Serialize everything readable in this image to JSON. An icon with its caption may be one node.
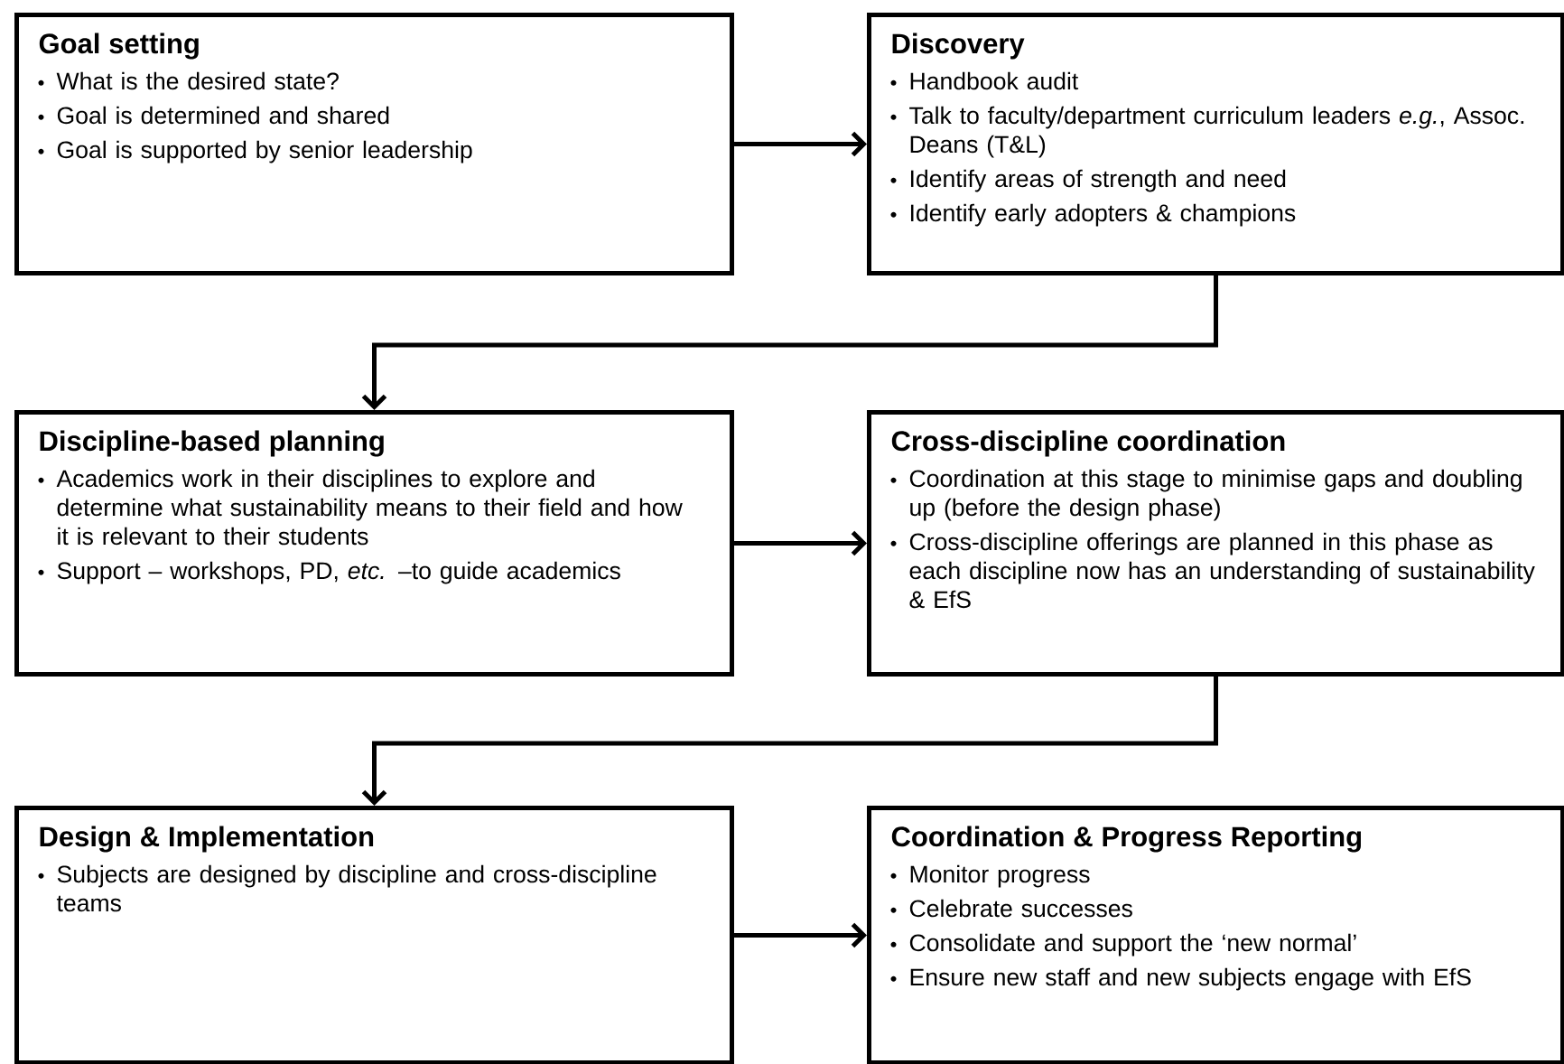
{
  "diagram": {
    "nodes": [
      {
        "text": [
          "Goal setting",
          "What is the desired state?",
          "Goal is determined and shared",
          "Goal is supported by senior leadership"
        ]
      },
      {
        "text": [
          "Discovery",
          "Handbook audit",
          "Talk to faculty/department curriculum leaders *e.g.*, Assoc. Deans (T&L)",
          "Identify areas of strength and need",
          "Identify early adopters & champions"
        ]
      },
      {
        "text": [
          "Discipline-based planning",
          "Academics work in their disciplines to explore and determine what sustainability means to their field and how it is relevant to their students",
          "Support – workshops, PD, *etc.* –to guide academics"
        ]
      },
      {
        "text": [
          "Cross-discipline coordination",
          "Coordination at this stage to minimise gaps and doubling up (before the design phase)",
          "Cross-discipline offerings are planned in this phase as each discipline now has an understanding of sustainability & EfS"
        ]
      },
      {
        "text": [
          "Design & Implementation",
          "Subjects are designed by discipline and cross-discipline teams"
        ]
      },
      {
        "text": [
          "Coordination & Progress Reporting",
          "Monitor progress",
          "Celebrate successes",
          "Consolidate and support the ‘new normal’",
          "Ensure new staff and new subjects engage with EfS"
        ]
      }
    ],
    "edges": [
      {
        "from": 0,
        "to": 1,
        "arrow": "to"
      },
      {
        "from": 1,
        "to": 2,
        "arrow": "to"
      },
      {
        "from": 2,
        "to": 3,
        "arrow": "to"
      },
      {
        "from": 3,
        "to": 4,
        "arrow": "to"
      },
      {
        "from": 4,
        "to": 5,
        "arrow": "to"
      }
    ]
  }
}
